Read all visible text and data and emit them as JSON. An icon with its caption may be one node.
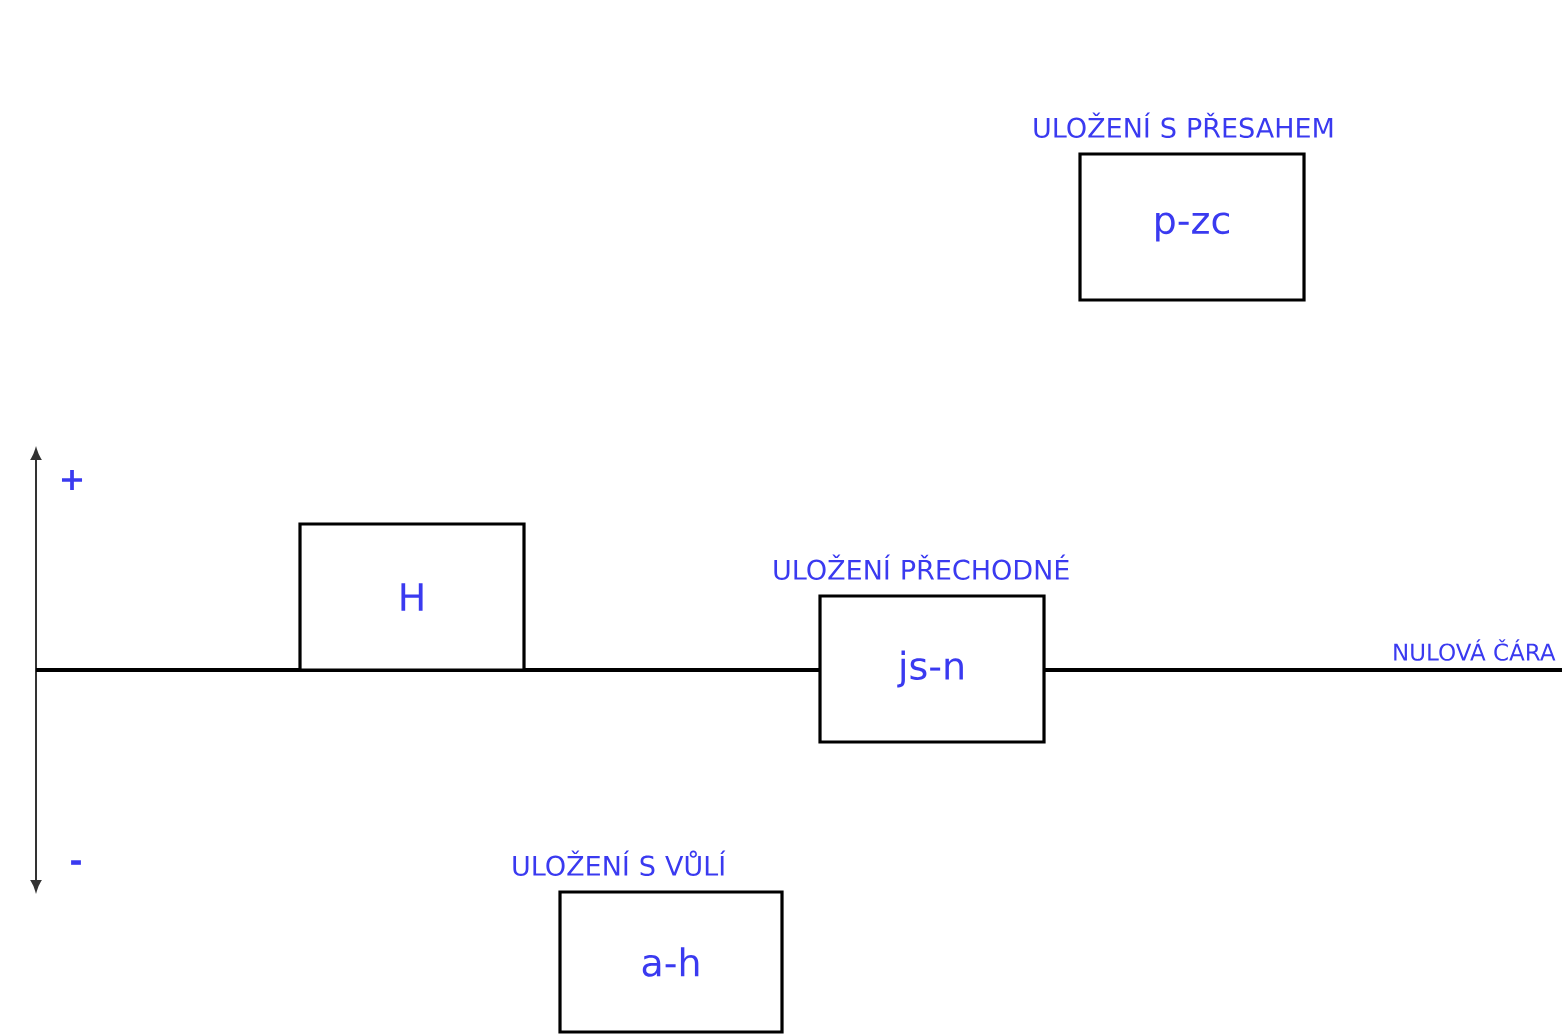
{
  "diagram": {
    "nodes": [
      {
        "text": [
          "ULOŽENÍ S PŘESAHEM",
          "p-zc"
        ]
      },
      {
        "text": [
          "H"
        ]
      },
      {
        "text": [
          "ULOŽENÍ PŘECHODNÉ",
          "js-n"
        ]
      },
      {
        "text": [
          "ULOŽENÍ S VŮLÍ",
          "a-h"
        ]
      }
    ],
    "labels": [
      "+",
      "-",
      "NULOVÁ ČÁRA"
    ]
  }
}
